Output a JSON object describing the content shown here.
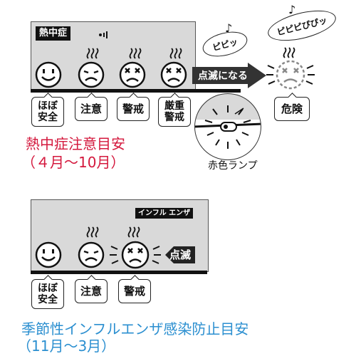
{
  "heatstroke": {
    "tag": "熱中症",
    "levels": [
      {
        "label_lines": [
          "ほぼ",
          "安全"
        ],
        "face": "smile"
      },
      {
        "label_lines": [
          "注意"
        ],
        "face": "worried"
      },
      {
        "label_lines": [
          "警戒"
        ],
        "face": "cross-eyes"
      },
      {
        "label_lines": [
          "厳重",
          "警戒"
        ],
        "face": "cross-eyes"
      }
    ],
    "danger_label": "危険",
    "arrow_label": "点滅になる",
    "sound_1": "ピピッ",
    "sound_2": "ピピピぴぴッ",
    "lamp_label": "赤色ランプ",
    "caption_line1": "熱中症注意目安",
    "caption_line2": "（４月〜10月）",
    "caption_color": "#d4183d"
  },
  "influenza": {
    "tag": "インフル エンザ",
    "levels": [
      {
        "label_lines": [
          "ほぼ",
          "安全"
        ],
        "face": "smile"
      },
      {
        "label_lines": [
          "注意"
        ],
        "face": "worried"
      },
      {
        "label_lines": [
          "警戒"
        ],
        "face": "cross-eyes"
      }
    ],
    "flash_label": "点滅",
    "caption_line1": "季節性インフルエンザ感染防止目安",
    "caption_line2": "（11月〜3月）",
    "caption_color": "#2b8fd0"
  }
}
